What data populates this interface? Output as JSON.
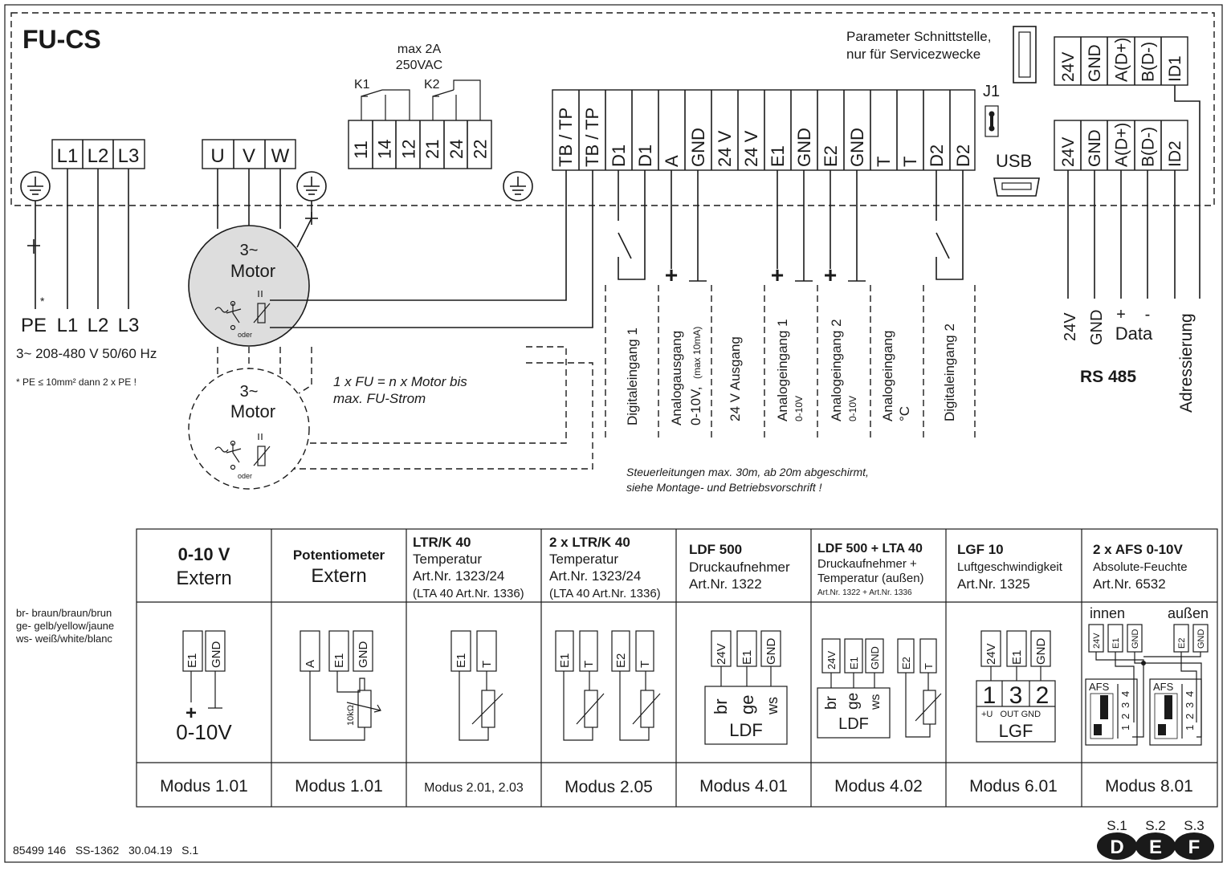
{
  "header": {
    "title": "FU-CS",
    "service_note_1": "Parameter Schnittstelle,",
    "service_note_2": "nur für Servicezwecke",
    "relay_rating_1": "max 2A",
    "relay_rating_2": "250VAC",
    "relay_k1": "K1",
    "relay_k2": "K2",
    "jumper": "J1",
    "usb": "USB"
  },
  "terminals": {
    "power": [
      "L1",
      "L2",
      "L3"
    ],
    "motor": [
      "U",
      "V",
      "W"
    ],
    "relay": [
      "11",
      "14",
      "12",
      "21",
      "24",
      "22"
    ],
    "control": [
      "TB / TP",
      "TB / TP",
      "D1",
      "D1",
      "A",
      "GND",
      "24 V",
      "24 V",
      "E1",
      "GND",
      "E2",
      "GND",
      "T",
      "T",
      "D2",
      "D2"
    ],
    "rs485_top": [
      "24V",
      "GND",
      "A(D+)",
      "B(D-)",
      "ID1"
    ],
    "rs485_bottom": [
      "24V",
      "GND",
      "A(D+)",
      "B(D-)",
      "ID2"
    ]
  },
  "supply": {
    "labels": [
      "PE",
      "L1",
      "L2",
      "L3"
    ],
    "asterisk": "*",
    "voltage": "3~ 208-480 V 50/60 Hz",
    "pe_note": "*  PE ≤ 10mm² dann 2 x PE !"
  },
  "motor": {
    "phase": "3~",
    "name": "Motor",
    "oder": "oder",
    "note_1": "1 x FU = n x Motor bis",
    "note_2": "max. FU-Strom"
  },
  "signals": {
    "plus": "+",
    "digital_1": "Digitaleingang 1",
    "analog_out_1": "Analogausgang",
    "analog_out_2": "0-10V,",
    "analog_out_3": "(max 10mA)",
    "out_24v": "24 V Ausgang",
    "analog_in_1_1": "Analogeingang 1",
    "analog_in_1_2": "0-10V",
    "analog_in_2_1": "Analogeingang 2",
    "analog_in_2_2": "0-10V",
    "analog_in_t_1": "Analogeingang",
    "analog_in_t_2": "°C",
    "digital_2": "Digitaleingang 2",
    "control_note_1": "Steuerleitungen max. 30m, ab 20m abgeschirmt,",
    "control_note_2": "siehe Montage- und Betriebsvorschrift !"
  },
  "rs485": {
    "v24": "24V",
    "gnd": "GND",
    "plus": "+",
    "minus": "-",
    "data": "Data",
    "title": "RS 485",
    "addressing": "Adressierung"
  },
  "legend": {
    "br": "br- braun/braun/brun",
    "ge": "ge- gelb/yellow/jaune",
    "ws": "ws- weiß/white/blanc"
  },
  "modes": [
    {
      "title": "0-10 V",
      "subtitle": "Extern",
      "mode": "Modus 1.01"
    },
    {
      "title": "Potentiometer",
      "subtitle": "Extern",
      "mode": "Modus 1.01"
    },
    {
      "title": "LTR/K 40",
      "line2": "Temperatur",
      "line3": "Art.Nr. 1323/24",
      "line4": "(LTA 40 Art.Nr. 1336)",
      "mode": "Modus 2.01, 2.03"
    },
    {
      "title": "2 x LTR/K 40",
      "line2": "Temperatur",
      "line3": "Art.Nr. 1323/24",
      "line4": "(LTA 40 Art.Nr. 1336)",
      "mode": "Modus 2.05"
    },
    {
      "title": "LDF 500",
      "line2": "Druckaufnehmer",
      "line3": "Art.Nr. 1322",
      "mode": "Modus 4.01"
    },
    {
      "title": "LDF 500 + LTA 40",
      "line2": "Druckaufnehmer +",
      "line3": "Temperatur (außen)",
      "line4": "Art.Nr. 1322 + Art.Nr. 1336",
      "mode": "Modus 4.02"
    },
    {
      "title": "LGF 10",
      "line2": "Luftgeschwindigkeit",
      "line3": "Art.Nr. 1325",
      "mode": "Modus 6.01"
    },
    {
      "title": "2 x AFS 0-10V",
      "line2": "Absolute-Feuchte",
      "line3": "Art.Nr. 6532",
      "mode": "Modus 8.01"
    }
  ],
  "wiring": {
    "e1": "E1",
    "gnd": "GND",
    "a": "A",
    "t": "T",
    "e2": "E2",
    "v24": "24V",
    "range": "0-10V",
    "pot_value": "10kΩ",
    "br": "br",
    "ge": "ge",
    "ws": "ws",
    "ldf": "LDF",
    "lgf": "LGF",
    "lgf_pins": [
      "1",
      "3",
      "2"
    ],
    "lgf_pin_labels": "+U   OUT GND",
    "afs": "AFS",
    "afs_pins": [
      "4",
      "3",
      "2",
      "1"
    ],
    "inside": "innen",
    "outside": "außen"
  },
  "footer": {
    "doc": "85499 146   SS-1362   30.04.19   S.1",
    "pages": [
      "S.1",
      "S.2",
      "S.3"
    ],
    "langs": [
      "D",
      "E",
      "F"
    ]
  }
}
